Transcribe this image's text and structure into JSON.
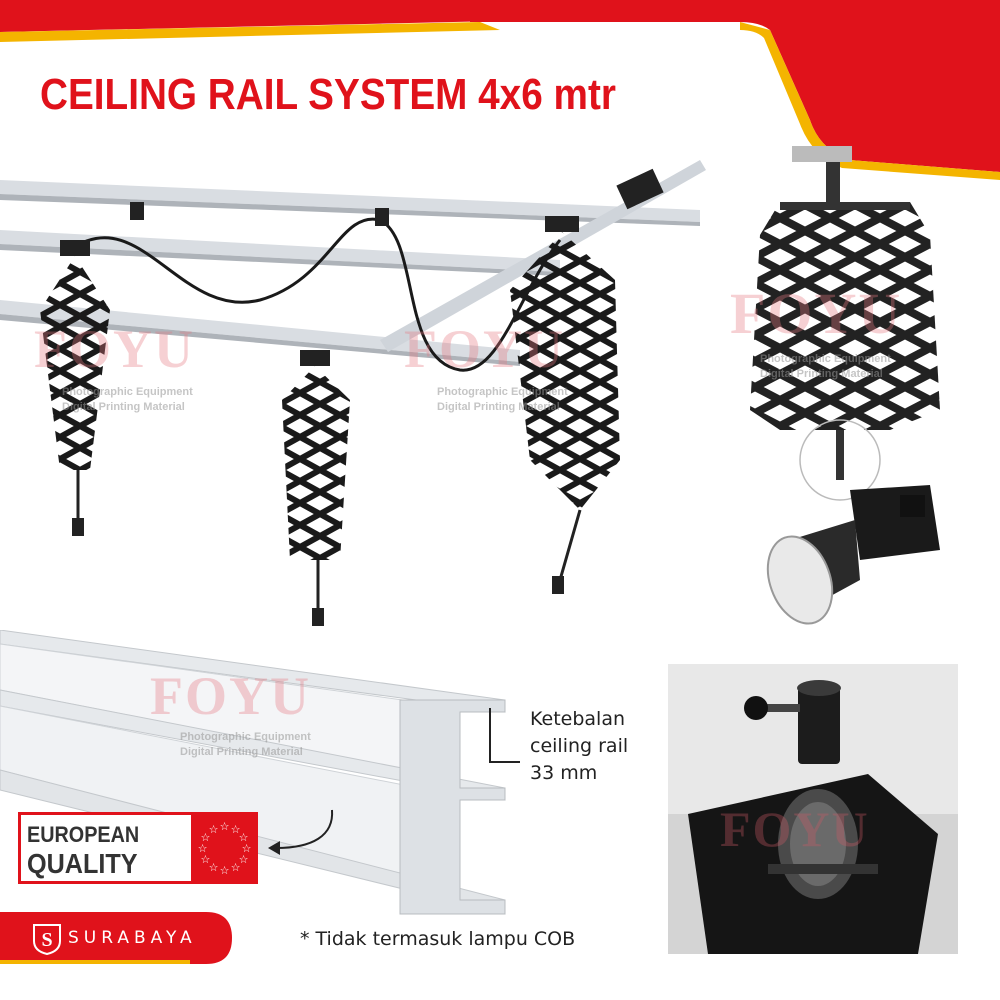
{
  "title": "CEILING RAIL SYSTEM 4x6 mtr",
  "watermark": {
    "brand": "FOYU",
    "line1": "Photographic Equipment",
    "line2": "Digital Printing Material"
  },
  "thickness_note": {
    "line1": "Ketebalan",
    "line2": "ceiling rail",
    "line3": "33 mm"
  },
  "badge": {
    "line1": "EUROPEAN",
    "line2": "QUALITY"
  },
  "footnote": "* Tidak termasuk lampu COB",
  "store": {
    "city": "SURABAYA",
    "logo_icon": "s-crest-icon"
  },
  "colors": {
    "accent_red": "#e0121b",
    "accent_yellow": "#f4b400",
    "text_dark": "#222222"
  }
}
